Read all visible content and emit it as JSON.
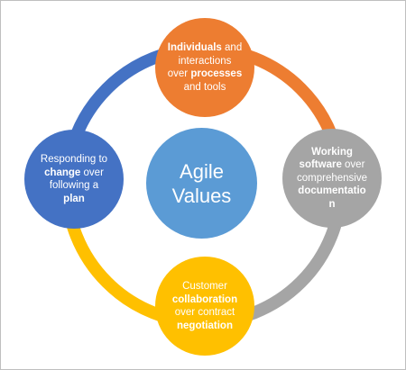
{
  "center": {
    "line1": "Agile",
    "line2": "Values"
  },
  "values": {
    "top": {
      "bold1": "Individuals",
      "rest1": " and",
      "line2": "interactions",
      "line3a": "over ",
      "bold3": "processes",
      "line4": "and tools",
      "color": "#ed7d31"
    },
    "right": {
      "bold1": "Working",
      "bold2": "software",
      "rest2": " over",
      "line3": "comprehensive",
      "bold4": "documentatio",
      "bold5": "n",
      "color": "#a5a5a5"
    },
    "bottom": {
      "line1": "Customer",
      "bold2": "collaboration",
      "line3": "over contract",
      "bold4": "negotiation",
      "color": "#ffc000"
    },
    "left": {
      "line1": "Responding to",
      "bold2": "change",
      "rest2": " over",
      "line3": "following a",
      "bold4": "plan",
      "color": "#4472c4"
    }
  },
  "ring_colors": {
    "top_to_right": "#ed7d31",
    "right_to_bottom": "#a5a5a5",
    "bottom_to_left": "#ffc000",
    "left_to_top": "#4472c4"
  }
}
